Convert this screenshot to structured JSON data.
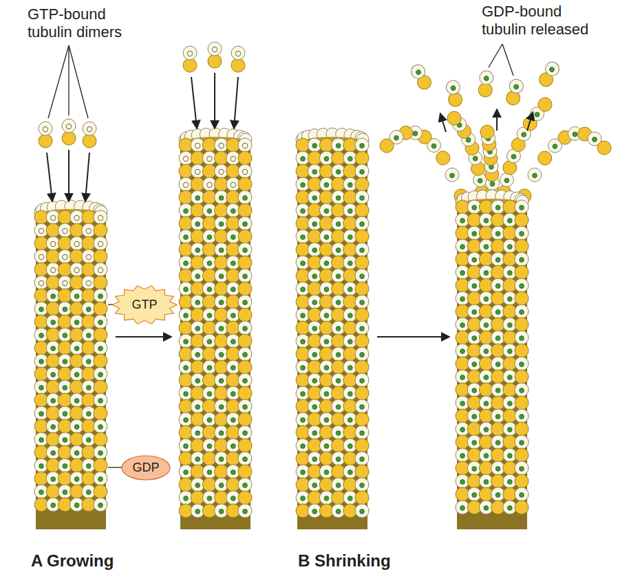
{
  "diagram": {
    "nodes": [
      {
        "text": [
          "GTP"
        ]
      },
      {
        "text": [
          "GDP"
        ]
      }
    ],
    "labels": [
      "GTP-bound tubulin dimers",
      "GDP-bound tubulin released",
      "A Growing",
      "B Shrinking"
    ]
  }
}
